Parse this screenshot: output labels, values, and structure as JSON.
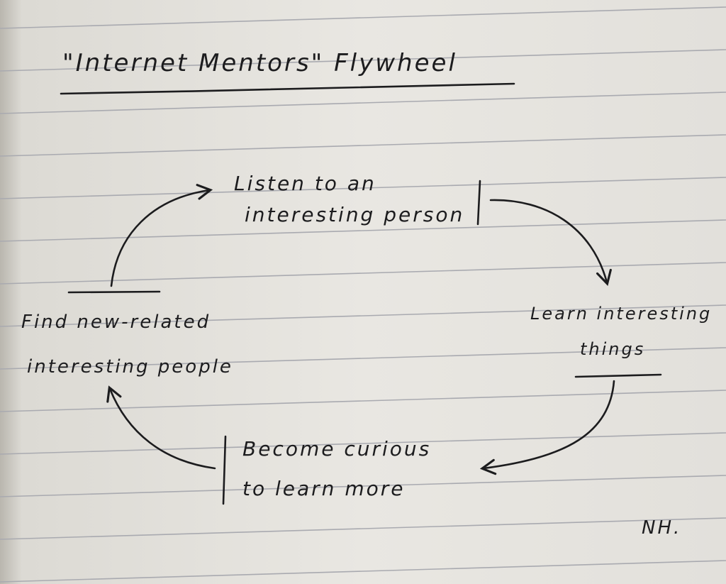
{
  "title": "\"Internet Mentors\"  Flywheel",
  "nodes": {
    "top": {
      "line1": "Listen to an",
      "line2": "interesting person"
    },
    "right": {
      "line1": "Learn interesting",
      "line2": "things"
    },
    "bottom": {
      "line1": "Become curious",
      "line2": "to learn more"
    },
    "left": {
      "line1": "Find new-related",
      "line2": "interesting people"
    }
  },
  "signature": "NH.",
  "colors": {
    "paper": "#e6e4df",
    "ink": "#1c1c1e",
    "rule": "#a9aab0"
  }
}
